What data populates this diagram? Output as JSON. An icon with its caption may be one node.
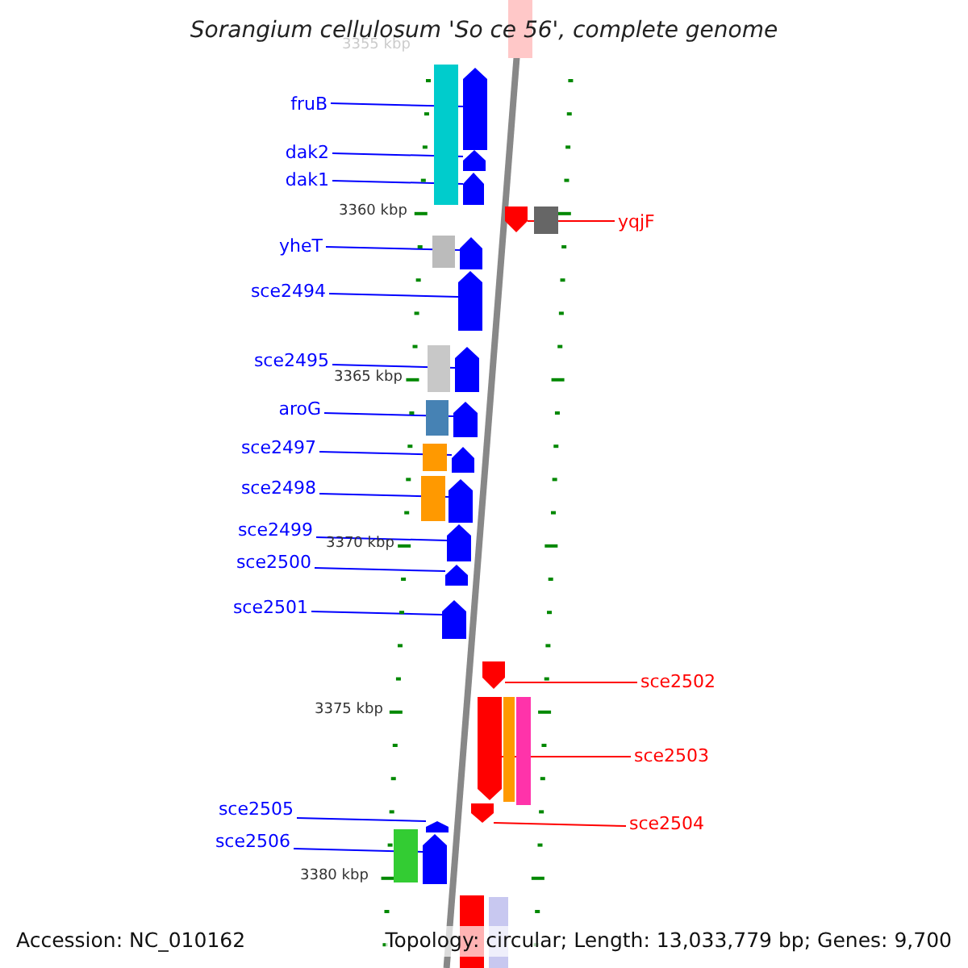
{
  "diagram": {
    "title": "Sorangium cellulosum 'So ce 56', complete genome",
    "nodes": [
      {
        "text": [
          "fruB"
        ]
      },
      {
        "text": [
          "dak2"
        ]
      },
      {
        "text": [
          "dak1"
        ]
      },
      {
        "text": [
          "yheT"
        ]
      },
      {
        "text": [
          "sce2494"
        ]
      },
      {
        "text": [
          "sce2495"
        ]
      },
      {
        "text": [
          "aroG"
        ]
      },
      {
        "text": [
          "sce2497"
        ]
      },
      {
        "text": [
          "sce2498"
        ]
      },
      {
        "text": [
          "sce2499"
        ]
      },
      {
        "text": [
          "sce2500"
        ]
      },
      {
        "text": [
          "sce2501"
        ]
      },
      {
        "text": [
          "sce2505"
        ]
      },
      {
        "text": [
          "sce2506"
        ]
      },
      {
        "text": [
          "yqjF"
        ]
      },
      {
        "text": [
          "sce2502"
        ]
      },
      {
        "text": [
          "sce2503"
        ]
      },
      {
        "text": [
          "sce2504"
        ]
      },
      {
        "text": [],
        "shape": "pentagon"
      },
      {
        "text": [],
        "shape": "pentagon"
      },
      {
        "text": [],
        "shape": "pentagon"
      },
      {
        "text": [],
        "shape": "pentagon"
      },
      {
        "text": [],
        "shape": "pentagon"
      },
      {
        "text": [],
        "shape": "pentagon"
      },
      {
        "text": [],
        "shape": "pentagon"
      },
      {
        "text": [],
        "shape": "pentagon"
      },
      {
        "text": [],
        "shape": "pentagon"
      },
      {
        "text": [],
        "shape": "pentagon"
      },
      {
        "text": [],
        "shape": "pentagon"
      },
      {
        "text": [],
        "shape": "pentagon"
      },
      {
        "text": [],
        "shape": "pentagon"
      },
      {
        "text": [],
        "shape": "pentagon"
      },
      {
        "text": [],
        "shape": "pentagon"
      },
      {
        "text": [],
        "shape": "pentagon"
      },
      {
        "text": [],
        "shape": "pentagon"
      },
      {
        "text": [],
        "shape": "pentagon"
      }
    ],
    "edges": [
      {
        "from": 0,
        "to": 18,
        "arrow": "none"
      },
      {
        "from": 1,
        "to": 19,
        "arrow": "none"
      },
      {
        "from": 2,
        "to": 20,
        "arrow": "none"
      },
      {
        "from": 3,
        "to": 21,
        "arrow": "none"
      },
      {
        "from": 4,
        "to": 22,
        "arrow": "none"
      },
      {
        "from": 5,
        "to": 23,
        "arrow": "none"
      },
      {
        "from": 6,
        "to": 24,
        "arrow": "none"
      },
      {
        "from": 7,
        "to": 25,
        "arrow": "none"
      },
      {
        "from": 8,
        "to": 26,
        "arrow": "none"
      },
      {
        "from": 9,
        "to": 27,
        "arrow": "none"
      },
      {
        "from": 10,
        "to": 28,
        "arrow": "none"
      },
      {
        "from": 11,
        "to": 29,
        "arrow": "none"
      },
      {
        "from": 12,
        "to": 30,
        "arrow": "none"
      },
      {
        "from": 13,
        "to": 31,
        "arrow": "none"
      },
      {
        "from": 14,
        "to": 32,
        "arrow": "none",
        "color": "#ff0000"
      },
      {
        "from": 15,
        "to": 33,
        "arrow": "none",
        "color": "#ff0000"
      },
      {
        "from": 16,
        "to": 34,
        "arrow": "none",
        "color": "#ff0000"
      },
      {
        "from": 17,
        "to": 35,
        "arrow": "none",
        "color": "#ff0000"
      }
    ],
    "labels": [
      "3355 kbp",
      "3360 kbp",
      "3365 kbp",
      "3370 kbp",
      "3375 kbp",
      "3380 kbp",
      "Accession: NC_010162",
      "Topology: circular; Length: 13,033,779 bp; Genes: 9,700"
    ]
  }
}
